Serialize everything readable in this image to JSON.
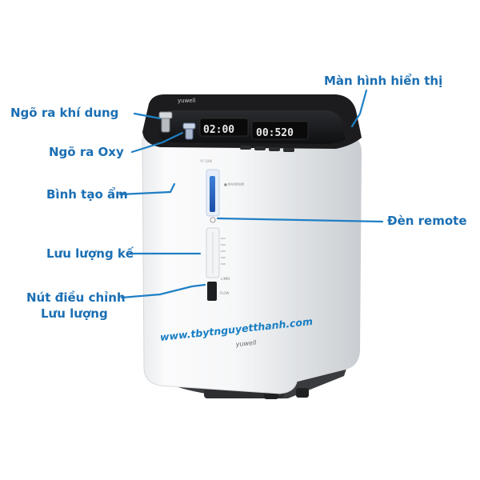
{
  "labels": {
    "display": "Màn hình hiển thị",
    "nebulizer_outlet": "Ngõ ra khí dung",
    "oxygen_outlet": "Ngõ ra Oxy",
    "humidifier": "Bình tạo ẩm",
    "remote_light": "Đèn remote",
    "flowmeter": "Lưu lượng kế",
    "flow_knob_line1": "Nút điều chỉnh",
    "flow_knob_line2": "Lưu lượng"
  },
  "device": {
    "website": "www.tbytnguyetthanh.com",
    "brand": "yuwell",
    "display_left": "02:00",
    "display_right": "00:520"
  },
  "colors": {
    "label_text": "#1b6fb3",
    "leader_line": "#1f7fc4",
    "body": "#f4f5f6",
    "top_panel": "#1c1c1e",
    "base": "#3a3b3e"
  }
}
